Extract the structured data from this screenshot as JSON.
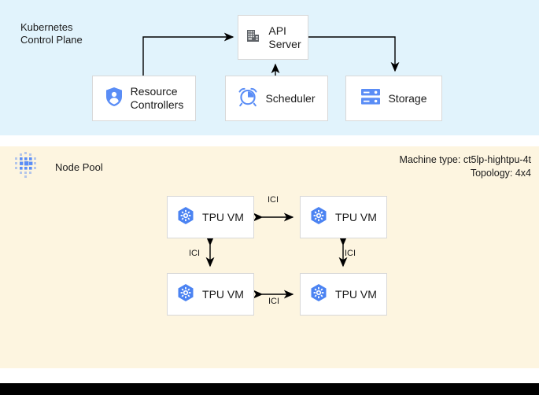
{
  "diagram": {
    "control_plane": {
      "title": "Kubernetes\nControl Plane",
      "background": "#e1f3fc",
      "boxes": [
        {
          "id": "api-server",
          "label": "API\nServer",
          "icon": "building-icon"
        },
        {
          "id": "resource-controllers",
          "label": "Resource\nControllers",
          "icon": "shield-user-icon"
        },
        {
          "id": "scheduler",
          "label": "Scheduler",
          "icon": "alarm-clock-icon"
        },
        {
          "id": "storage",
          "label": "Storage",
          "icon": "server-storage-icon"
        }
      ],
      "connections": [
        {
          "from": "resource-controllers",
          "to": "api-server",
          "style": "elbow-arrow"
        },
        {
          "from": "scheduler",
          "to": "api-server",
          "style": "straight-arrow"
        },
        {
          "from": "api-server",
          "to": "storage",
          "style": "elbow-arrow"
        }
      ]
    },
    "node_pool": {
      "label": "Node Pool",
      "icon": "dot-grid-icon",
      "background": "#fdf5e0",
      "machine_type_line": "Machine type: ct5lp-hightpu-4t",
      "topology_line": "Topology: 4x4",
      "vms": [
        {
          "id": "tpu-vm-0",
          "label": "TPU VM",
          "icon": "tpu-hexagon-icon"
        },
        {
          "id": "tpu-vm-1",
          "label": "TPU VM",
          "icon": "tpu-hexagon-icon"
        },
        {
          "id": "tpu-vm-2",
          "label": "TPU VM",
          "icon": "tpu-hexagon-icon"
        },
        {
          "id": "tpu-vm-3",
          "label": "TPU VM",
          "icon": "tpu-hexagon-icon"
        }
      ],
      "interconnects": [
        {
          "id": "ici-top",
          "label": "ICI",
          "between": [
            "tpu-vm-0",
            "tpu-vm-1"
          ],
          "direction": "bidirectional"
        },
        {
          "id": "ici-bottom",
          "label": "ICI",
          "between": [
            "tpu-vm-2",
            "tpu-vm-3"
          ],
          "direction": "bidirectional"
        },
        {
          "id": "ici-left",
          "label": "ICI",
          "between": [
            "tpu-vm-0",
            "tpu-vm-2"
          ],
          "direction": "bidirectional"
        },
        {
          "id": "ici-right",
          "label": "ICI",
          "between": [
            "tpu-vm-1",
            "tpu-vm-3"
          ],
          "direction": "bidirectional"
        }
      ]
    },
    "colors": {
      "control_plane_bg": "#e1f3fc",
      "node_pool_bg": "#fdf5e0",
      "accent_blue": "#5a8df6",
      "box_bg": "#ffffff",
      "box_border": "#d8d8d8",
      "line": "#000000",
      "text": "#1b1b1b",
      "bottom_bar": "#000000"
    }
  }
}
